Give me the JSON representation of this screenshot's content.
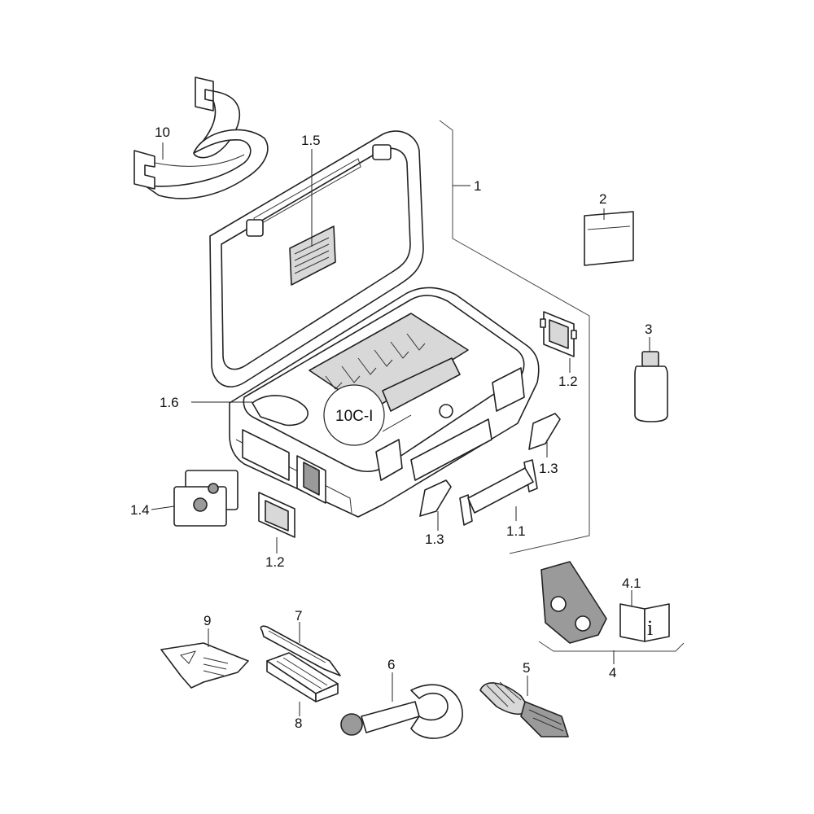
{
  "labels": {
    "p1": "1",
    "p1_1": "1.1",
    "p1_2a": "1.2",
    "p1_2b": "1.2",
    "p1_3a": "1.3",
    "p1_3b": "1.3",
    "p1_4": "1.4",
    "p1_5": "1.5",
    "p1_6": "1.6",
    "p2": "2",
    "p3": "3",
    "p4": "4",
    "p4_1": "4.1",
    "p5": "5",
    "p6": "6",
    "p7": "7",
    "p8": "8",
    "p9": "9",
    "p10": "10",
    "callout": "10C-I"
  },
  "icons": {
    "manual": "info-book-icon"
  }
}
